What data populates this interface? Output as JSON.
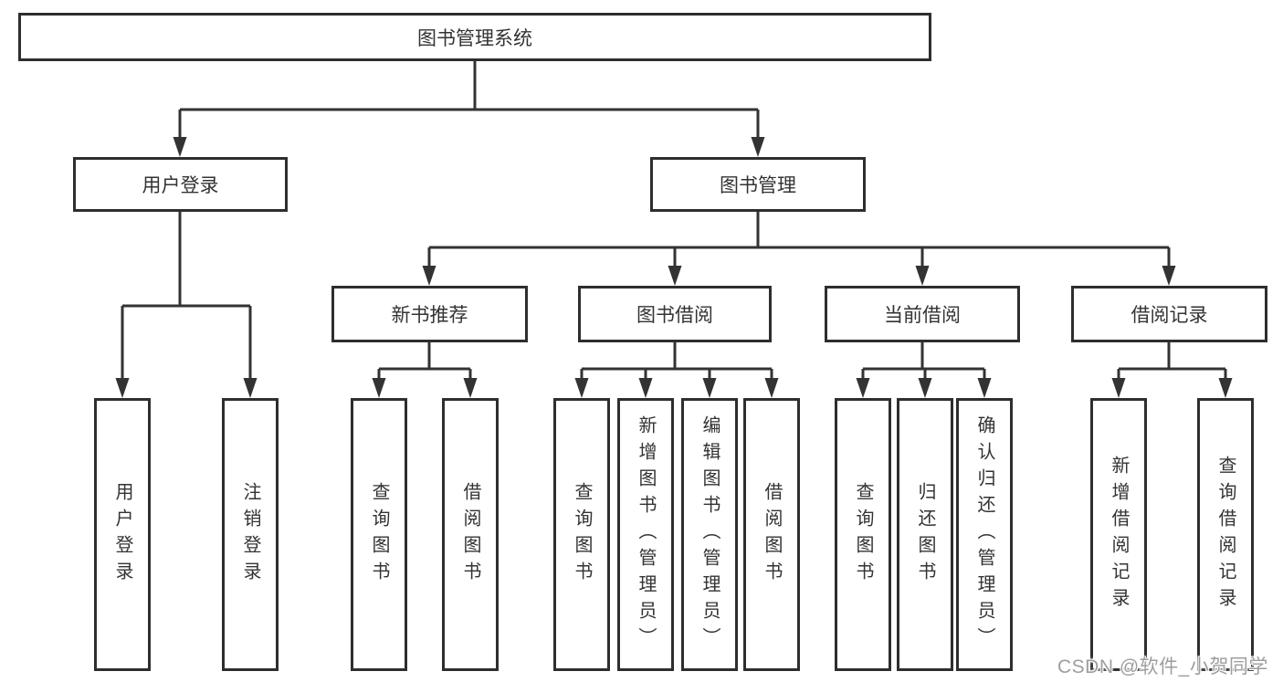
{
  "colors": {
    "line": "#333333",
    "box_border": "#2e2e2e",
    "text": "#333333",
    "watermark": "#9e9e9e"
  },
  "watermark": {
    "text": "CSDN @软件_小贺同学"
  },
  "diagram": {
    "title": "图书管理系统",
    "branches": [
      {
        "label": "用户登录",
        "children": [
          "用户登录",
          "注销登录"
        ]
      },
      {
        "label": "图书管理",
        "sections": [
          {
            "label": "新书推荐",
            "children": [
              "查询图书",
              "借阅图书"
            ]
          },
          {
            "label": "图书借阅",
            "children": [
              "查询图书",
              "新增图书（管理员）",
              "编辑图书（管理员）",
              "借阅图书"
            ]
          },
          {
            "label": "当前借阅",
            "children": [
              "查询图书",
              "归还图书",
              "确认归还（管理员）"
            ]
          },
          {
            "label": "借阅记录",
            "children": [
              "新增借阅记录",
              "查询借阅记录"
            ]
          }
        ]
      }
    ]
  }
}
